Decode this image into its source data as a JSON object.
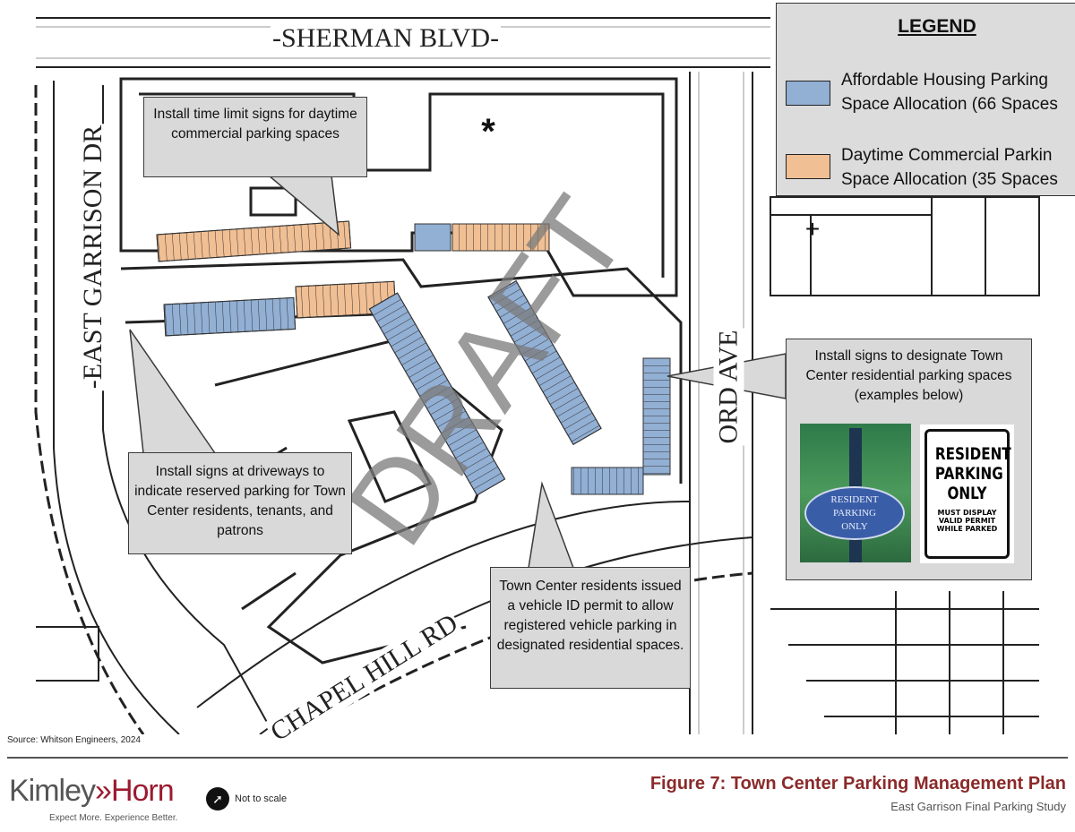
{
  "streets": {
    "north": "-SHERMAN BLVD-",
    "west": "-EAST GARRISON DR",
    "east": "ORD AVE",
    "south": "CHAPEL HILL RD"
  },
  "legend": {
    "title": "LEGEND",
    "items": [
      {
        "line1": "Affordable Housing Parking",
        "line2": "Space Allocation (66 Spaces",
        "color": "#92afd4"
      },
      {
        "line1": "Daytime Commercial Parkin",
        "line2": "Space Allocation (35 Spaces",
        "color": "#f1bf94"
      }
    ]
  },
  "callouts": {
    "time_limit": "Install time limit signs for daytime commercial parking spaces",
    "designate": "Install signs to designate Town Center residential parking spaces (examples below)",
    "driveways": "Install signs at driveways to indicate reserved parking for Town Center residents, tenants, and patrons",
    "permit": "Town Center residents issued a vehicle ID permit to allow registered vehicle parking in designated residential spaces."
  },
  "signs": {
    "oval": [
      "RESIDENT",
      "PARKING",
      "ONLY"
    ],
    "rect_main": [
      "RESIDENT",
      "PARKING",
      "ONLY"
    ],
    "rect_sub": [
      "MUST DISPLAY",
      "VALID PERMIT",
      "WHILE PARKED"
    ]
  },
  "watermark": "DRAFT",
  "symbols": {
    "asterisk": "*",
    "plus": "+"
  },
  "footer": {
    "source": "Source: Whitson Engineers, 2024",
    "logo_kimley": "Kimley",
    "logo_arrows": "»",
    "logo_horn": "Horn",
    "tagline": "Expect More. Experience Better.",
    "scale_note": "Not to scale",
    "figure_title": "Figure 7: Town Center Parking Management Plan",
    "figure_subtitle": "East Garrison Final Parking Study"
  }
}
